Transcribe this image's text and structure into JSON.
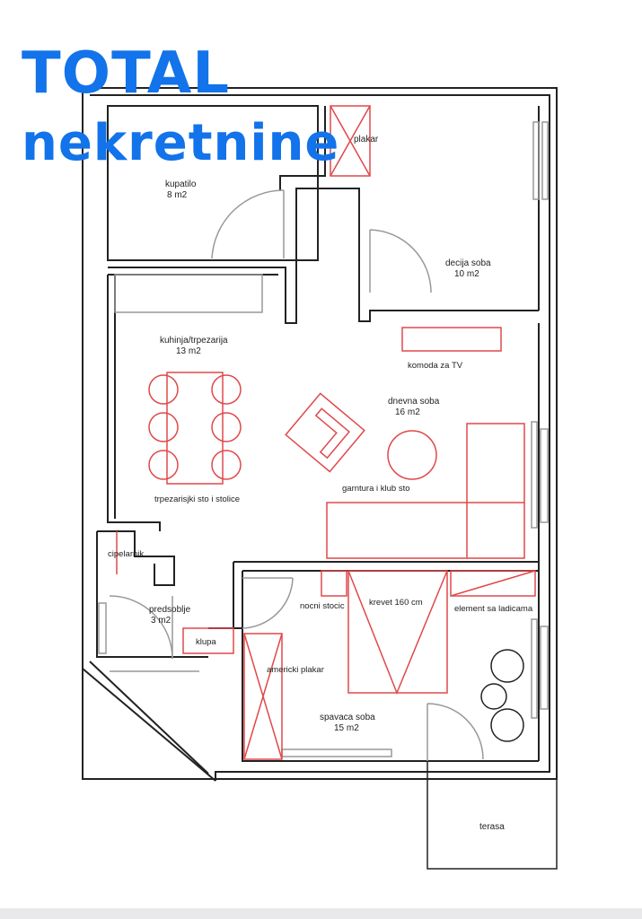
{
  "brand": {
    "line1": "TOTAL",
    "line2": "nekretnine",
    "color": "#1273ea"
  },
  "colors": {
    "wall": "#222222",
    "furniture": "#e0484a",
    "fixture": "#999999"
  },
  "rooms": {
    "kupatilo": {
      "name": "kupatilo",
      "area": "8 m2"
    },
    "plakar": {
      "name": "plakar"
    },
    "decija": {
      "name": "decija soba",
      "area": "10 m2"
    },
    "kuhinja": {
      "name": "kuhinja/trpezarija",
      "area": "13 m2"
    },
    "dnevna": {
      "name": "dnevna soba",
      "area": "16 m2"
    },
    "predsoblje": {
      "name": "predsoblje",
      "area": "3 m2"
    },
    "spavaca": {
      "name": "spavaca soba",
      "area": "15 m2"
    },
    "terasa": {
      "name": "terasa"
    }
  },
  "furniture": {
    "komoda": "komoda za TV",
    "trpezarijski": "trpezarisjki sto i stolice",
    "garnitura": "garntura i klub sto",
    "cipelarnik": "cipelarnik",
    "klupa": "klupa",
    "nocni": "nocni stocic",
    "krevet": "krevet 160 cm",
    "element": "element sa ladicama",
    "americki": "americki plakar"
  }
}
